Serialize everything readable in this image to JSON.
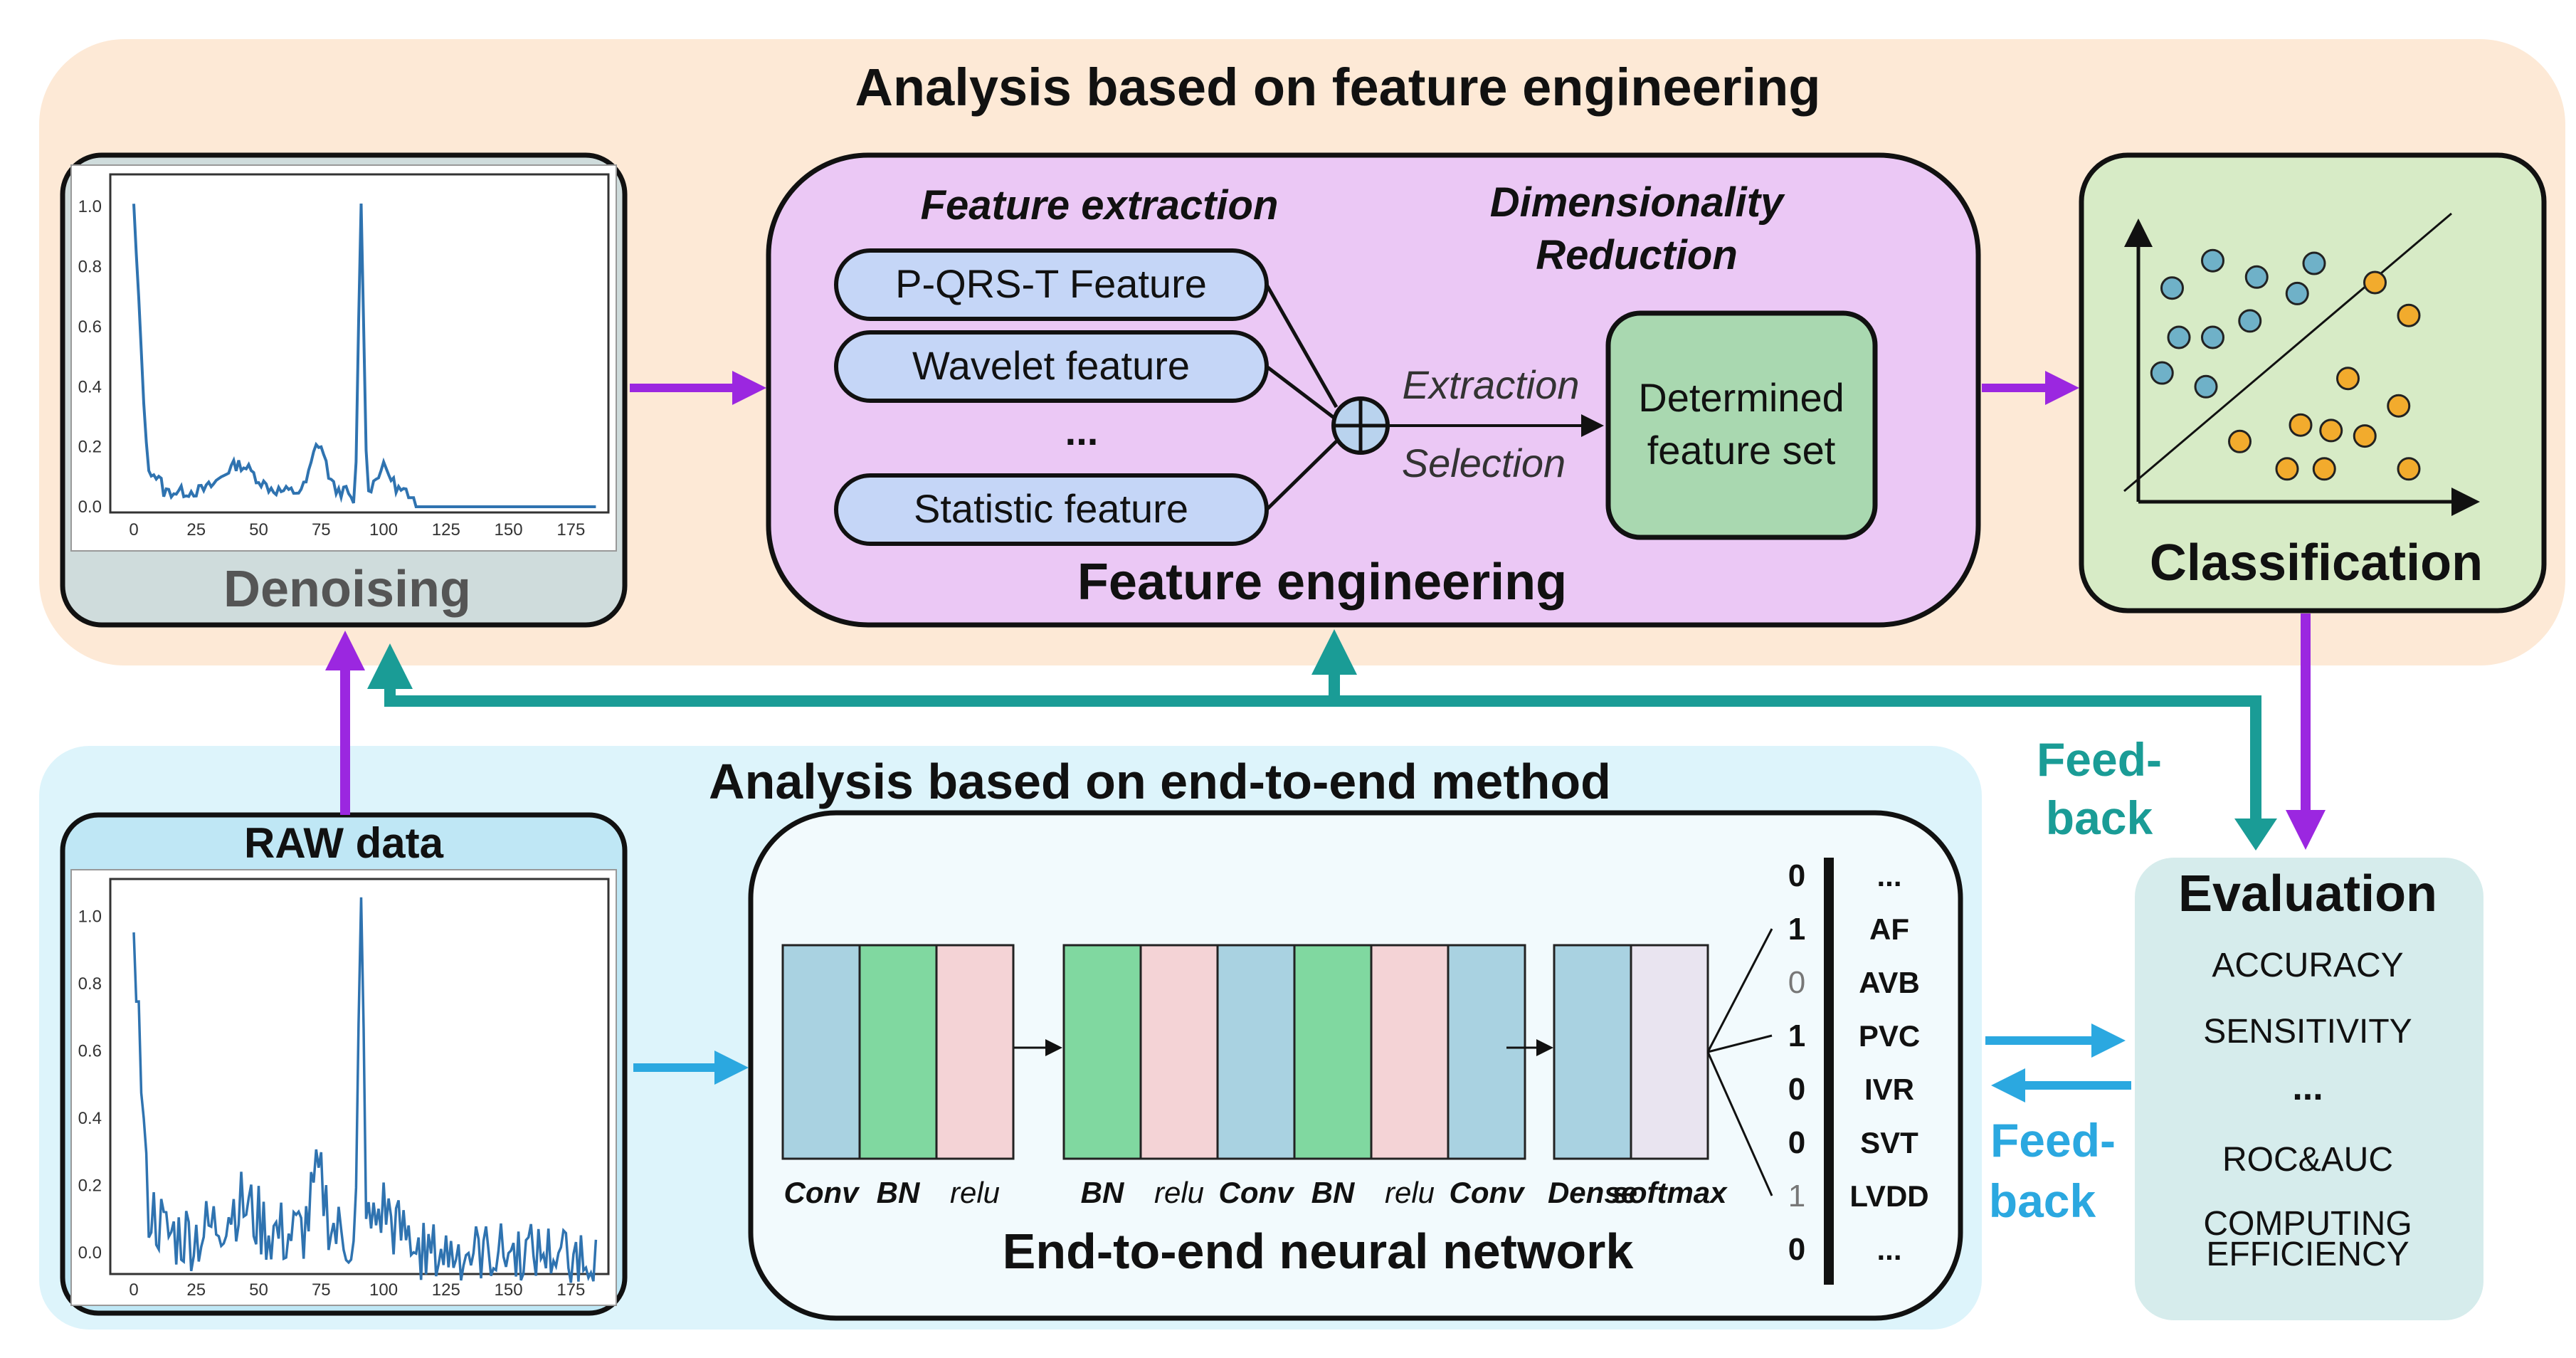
{
  "top_title": "Analysis based on feature engineering",
  "bottom_title": "Analysis based on end-to-end method",
  "denoising": {
    "label": "Denoising",
    "y_ticks": [
      "0.0",
      "0.2",
      "0.4",
      "0.6",
      "0.8",
      "1.0"
    ],
    "x_ticks": [
      "0",
      "25",
      "50",
      "75",
      "100",
      "125",
      "150",
      "175"
    ]
  },
  "raw": {
    "label": "RAW data",
    "y_ticks": [
      "0.0",
      "0.2",
      "0.4",
      "0.6",
      "0.8",
      "1.0"
    ],
    "x_ticks": [
      "0",
      "25",
      "50",
      "75",
      "100",
      "125",
      "150",
      "175"
    ]
  },
  "feature_engineering": {
    "label": "Feature engineering",
    "extraction_heading": "Feature extraction",
    "dim_heading_1": "Dimensionality",
    "dim_heading_2": "Reduction",
    "features": [
      "P-QRS-T Feature",
      "Wavelet feature",
      "...",
      "Statistic feature"
    ],
    "extraction_label": "Extraction",
    "selection_label": "Selection",
    "result_1": "Determined",
    "result_2": "feature set"
  },
  "classification": {
    "label": "Classification"
  },
  "feedback_top": {
    "line1": "Feed-",
    "line2": "back"
  },
  "feedback_bottom": {
    "line1": "Feed-",
    "line2": "back"
  },
  "network": {
    "label": "End-to-end neural network",
    "layers": [
      "Conv",
      "BN",
      "relu",
      "BN",
      "relu",
      "Conv",
      "BN",
      "relu",
      "Conv",
      "Dense",
      "softmax"
    ],
    "output_values": [
      "0",
      "1",
      "0",
      "1",
      "0",
      "0",
      "1",
      "0"
    ],
    "output_classes": [
      "...",
      "AF",
      "AVB",
      "PVC",
      "IVR",
      "SVT",
      "LVDD",
      "..."
    ]
  },
  "evaluation": {
    "label": "Evaluation",
    "metrics": [
      "ACCURACY",
      "SENSITIVITY",
      "...",
      "ROC&AUC",
      "COMPUTING",
      "EFFICIENCY"
    ]
  },
  "colors": {
    "top_band": "#fde9d6",
    "bottom_band": "#ddf4fb",
    "feature_box": "#ebc8f5",
    "feature_pill": "#c5d6f7",
    "result_box": "#a9d8b0",
    "classification_box": "#d7ebc6",
    "denoise_box": "#cfdcdc",
    "raw_box": "#bfe7f5",
    "evaluation_box": "#d6ecec",
    "purple_arrow": "#9b27e0",
    "teal_arrow": "#1a9c96",
    "blue_arrow": "#2ba8e0",
    "signal": "#2f73b0",
    "dot_blue": "#6fb1c8",
    "dot_orange": "#f2ab2d",
    "layer_conv": "#a9d2e1",
    "layer_bn": "#80d8a0",
    "layer_relu": "#f4d3d6",
    "layer_softmax": "#e9e4f0"
  },
  "scatter": {
    "class_a": [
      [
        0.1,
        0.78
      ],
      [
        0.22,
        0.88
      ],
      [
        0.35,
        0.82
      ],
      [
        0.52,
        0.87
      ],
      [
        0.47,
        0.76
      ],
      [
        0.12,
        0.6
      ],
      [
        0.22,
        0.6
      ],
      [
        0.33,
        0.66
      ],
      [
        0.07,
        0.47
      ],
      [
        0.2,
        0.42
      ]
    ],
    "class_b": [
      [
        0.7,
        0.8
      ],
      [
        0.8,
        0.68
      ],
      [
        0.62,
        0.45
      ],
      [
        0.77,
        0.35
      ],
      [
        0.48,
        0.28
      ],
      [
        0.57,
        0.26
      ],
      [
        0.67,
        0.24
      ],
      [
        0.3,
        0.22
      ],
      [
        0.44,
        0.12
      ],
      [
        0.55,
        0.12
      ],
      [
        0.8,
        0.12
      ]
    ]
  }
}
